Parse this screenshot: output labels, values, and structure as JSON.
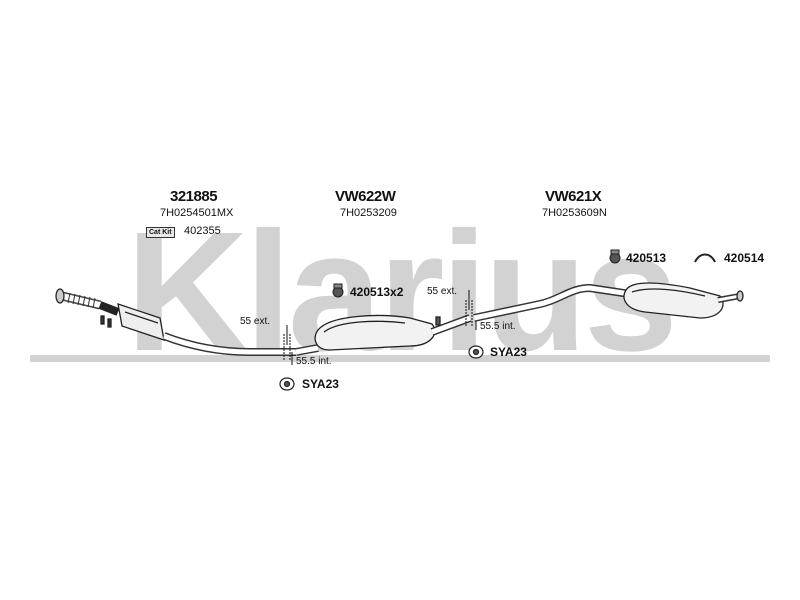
{
  "watermark": "Klarius",
  "parts": [
    {
      "code": "321885",
      "oem": "7H0254501MX"
    },
    {
      "code": "VW622W",
      "oem": "7H0253209"
    },
    {
      "code": "VW621X",
      "oem": "7H0253609N"
    }
  ],
  "cat_kit": {
    "badge": "Cat Kit",
    "code": "402355"
  },
  "accessories": {
    "mount_pair": "420513x2",
    "mount_rear": "420513",
    "hanger_rear": "420514",
    "clamp_front": "SYA23",
    "clamp_mid": "SYA23"
  },
  "joints": {
    "front_ext": "55 ext.",
    "front_int": "55.5 int.",
    "mid_ext": "55 ext.",
    "mid_int": "55.5 int."
  },
  "icons": [
    "rubber-mount-icon",
    "hanger-icon",
    "clamp-icon"
  ]
}
